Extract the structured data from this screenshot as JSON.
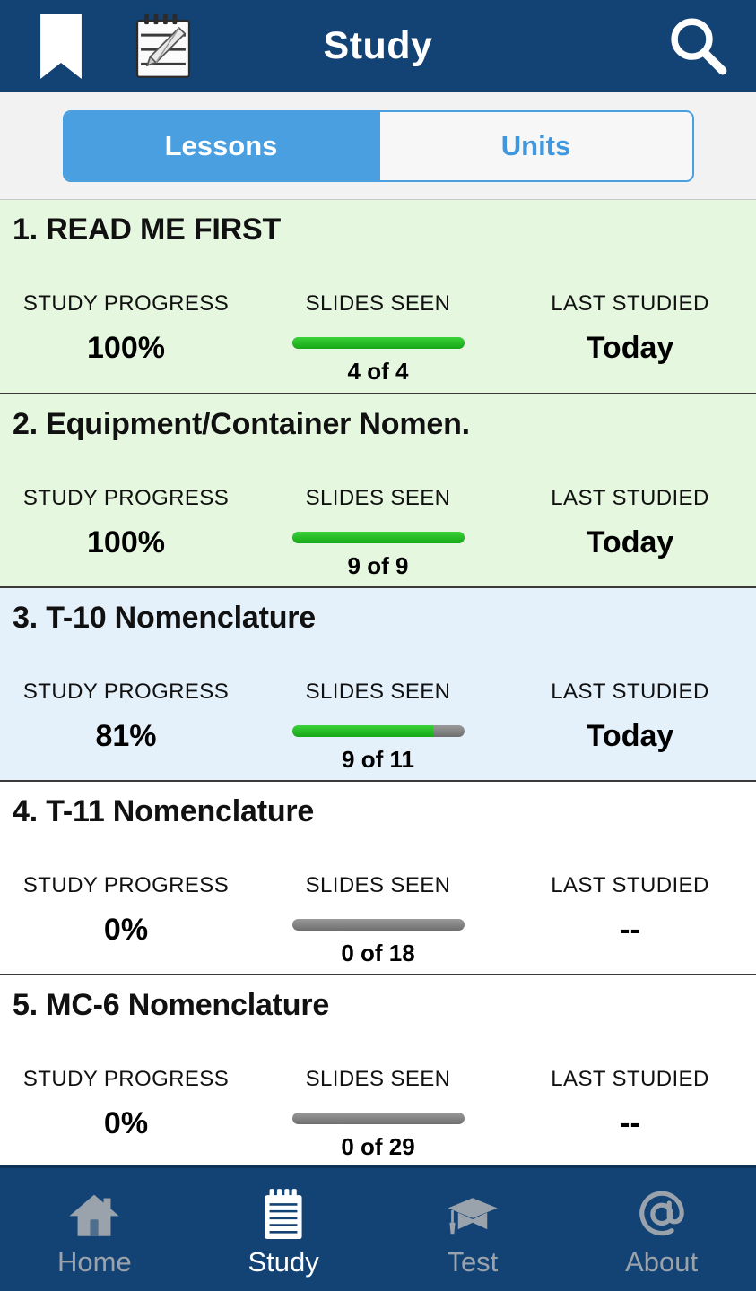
{
  "header": {
    "title": "Study",
    "bookmark_icon": "bookmark-icon",
    "notes_icon": "notepad-pencil-icon",
    "search_icon": "search-icon"
  },
  "segmented_control": {
    "selected": "Lessons",
    "options": [
      {
        "label": "Lessons",
        "active": true
      },
      {
        "label": "Units",
        "active": false
      }
    ]
  },
  "column_labels": {
    "progress": "STUDY PROGRESS",
    "slides": "SLIDES SEEN",
    "last_studied": "LAST STUDIED"
  },
  "lessons": [
    {
      "title": "1. READ ME FIRST",
      "progress": "100%",
      "progress_pct": 100,
      "slides": "4 of 4",
      "last_studied": "Today",
      "state": "done"
    },
    {
      "title": "2. Equipment/Container Nomen.",
      "progress": "100%",
      "progress_pct": 100,
      "slides": "9 of 9",
      "last_studied": "Today",
      "state": "done"
    },
    {
      "title": "3. T-10 Nomenclature",
      "progress": "81%",
      "progress_pct": 82,
      "slides": "9 of 11",
      "last_studied": "Today",
      "state": "partial"
    },
    {
      "title": "4. T-11 Nomenclature",
      "progress": "0%",
      "progress_pct": 0,
      "slides": "0 of 18",
      "last_studied": "--",
      "state": "none"
    },
    {
      "title": "5. MC-6 Nomenclature",
      "progress": "0%",
      "progress_pct": 0,
      "slides": "0 of 29",
      "last_studied": "--",
      "state": "none"
    }
  ],
  "tabbar": {
    "items": [
      {
        "label": "Home",
        "icon": "home-icon",
        "active": false
      },
      {
        "label": "Study",
        "icon": "notepad-icon",
        "active": true
      },
      {
        "label": "Test",
        "icon": "graduation-cap-icon",
        "active": false
      },
      {
        "label": "About",
        "icon": "at-sign-icon",
        "active": false
      }
    ]
  },
  "colors": {
    "header_navy": "#134275",
    "accent_blue": "#4a9fe0",
    "progress_green": "#22bb22",
    "progress_track_gray": "#7d7d7d",
    "row_done_bg": "#e6f7e0",
    "row_partial_bg": "#e4f0fa",
    "row_none_bg": "#ffffff",
    "tab_inactive": "#9aa3ac"
  }
}
